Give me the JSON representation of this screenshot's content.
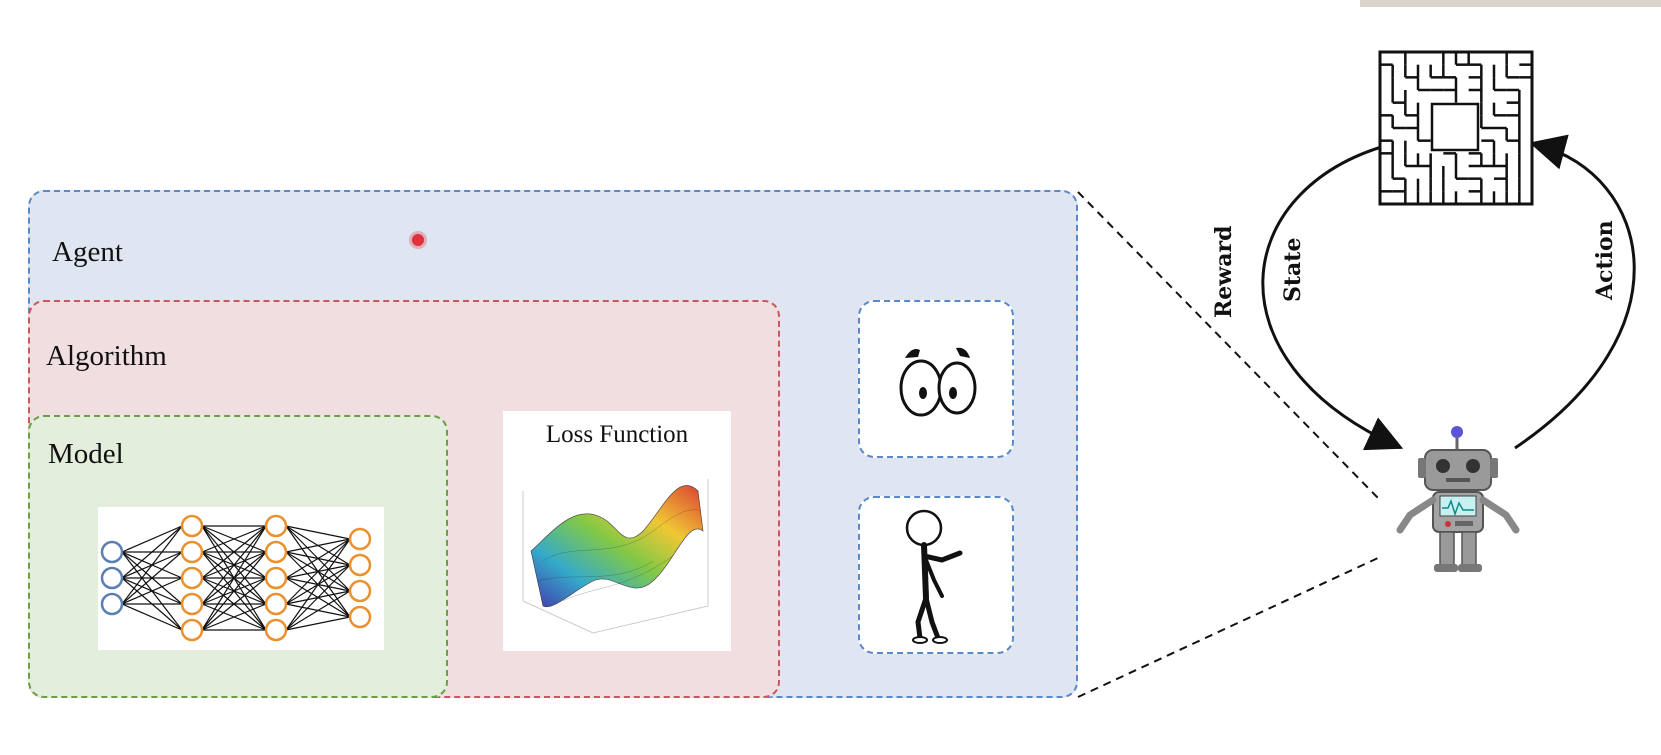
{
  "boxes": {
    "agent": "Agent",
    "algorithm": "Algorithm",
    "model": "Model",
    "loss_function": "Loss Function"
  },
  "loop": {
    "reward": "Reward",
    "state": "State",
    "action": "Action"
  },
  "icons": [
    "neural-network-icon",
    "loss-surface-icon",
    "eyes-icon",
    "stick-figure-icon",
    "maze-icon",
    "robot-icon"
  ],
  "colors": {
    "agent_fill": "#dfe5f1",
    "agent_border": "#5b88c9",
    "algorithm_fill": "#f1dee1",
    "algorithm_border": "#c9575c",
    "model_fill": "#e3efdc",
    "model_border": "#6e9d47",
    "neuron_input": "#5b7fb3",
    "neuron_hidden": "#e9912f"
  }
}
